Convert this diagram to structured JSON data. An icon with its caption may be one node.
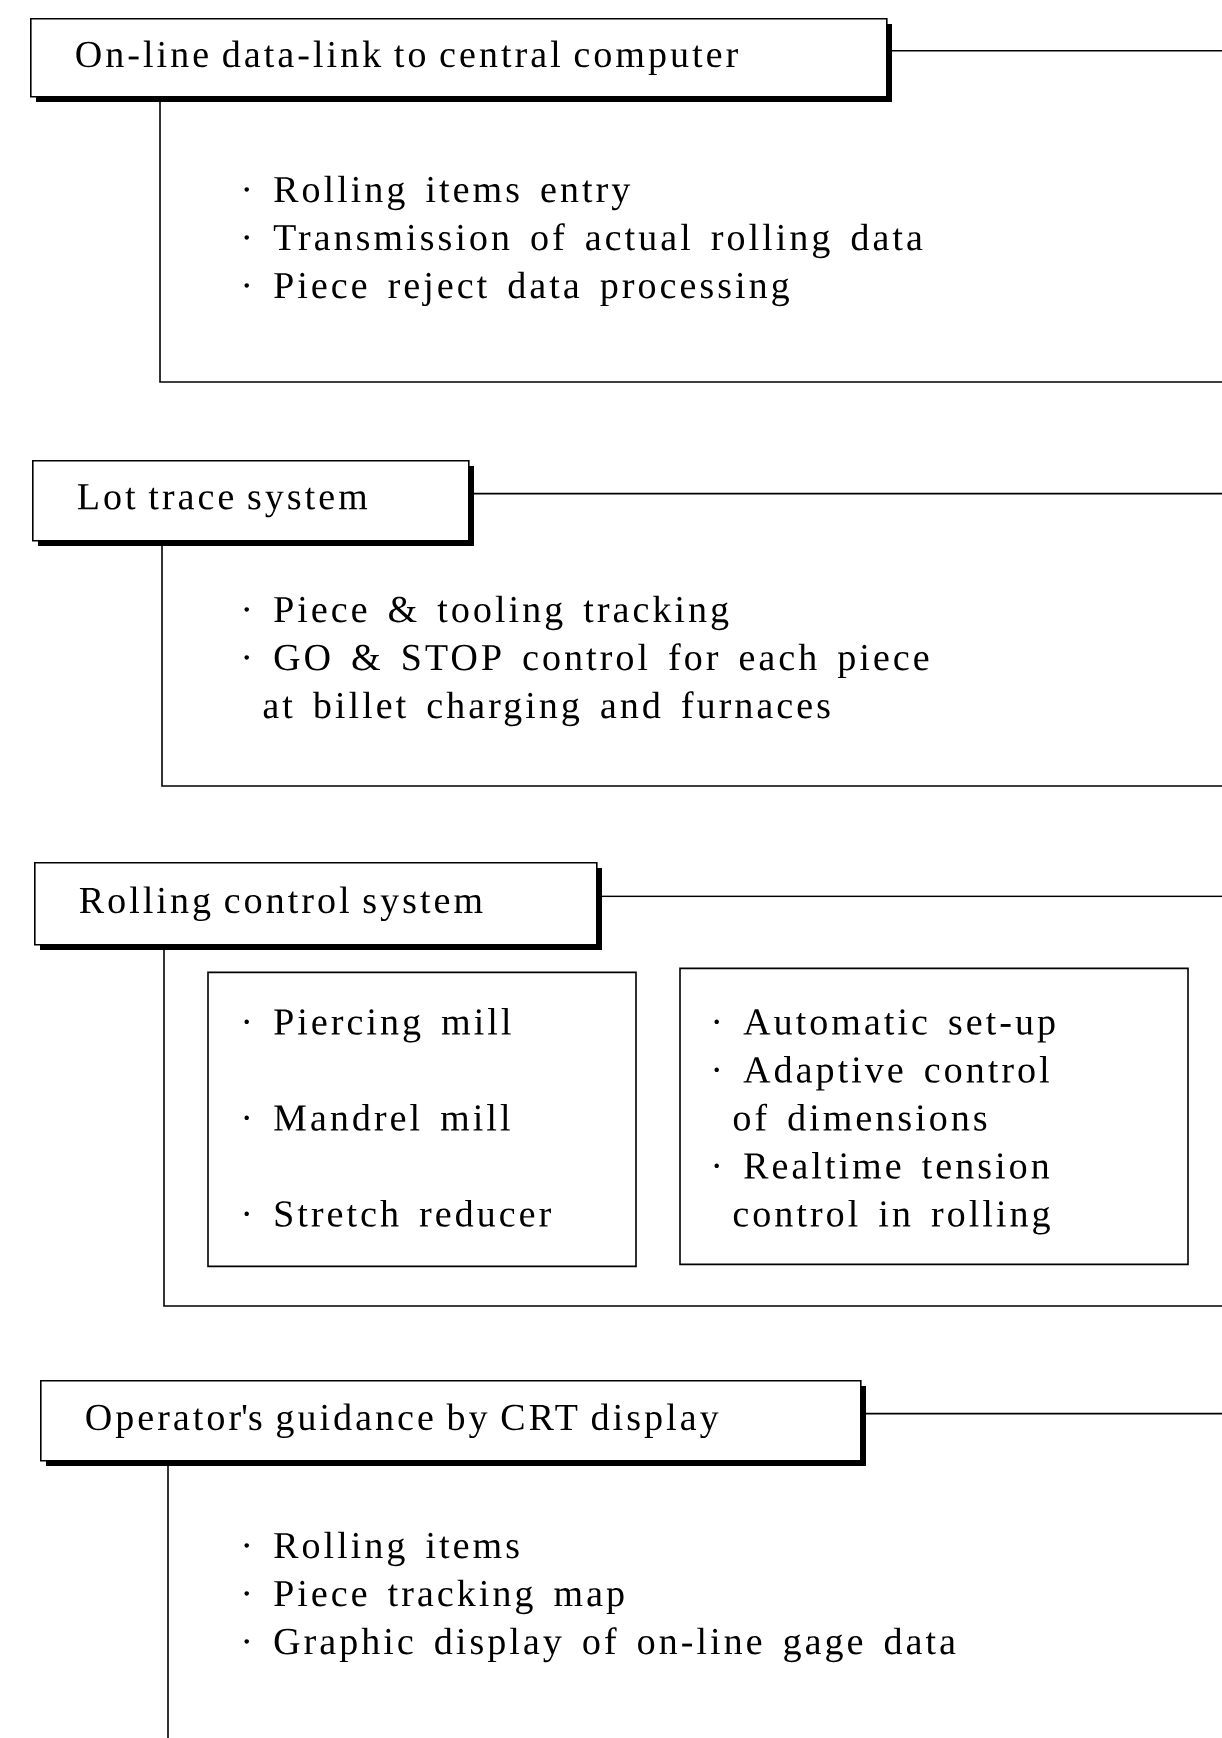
{
  "diagram": {
    "nodes": [
      {
        "text": [
          "On-line data-link to central computer"
        ]
      },
      {
        "text": [
          "· Rolling items entry",
          "· Transmission of actual rolling data",
          "· Piece reject data processing"
        ]
      },
      {
        "text": [
          "Lot trace system"
        ]
      },
      {
        "text": [
          "· Piece & tooling tracking",
          "· GO & STOP control for each piece at billet charging and furnaces"
        ]
      },
      {
        "text": [
          "Rolling control system"
        ]
      },
      {
        "text": [],
        "shape": "box"
      },
      {
        "text": [
          "· Piercing mill",
          "· Mandrel mill",
          "· Stretch reducer"
        ],
        "in": 5
      },
      {
        "text": [
          "· Automatic set-up",
          "· Adaptive control of dimensions",
          "· Realtime tension control in rolling"
        ],
        "in": 5
      },
      {
        "text": [
          "Operator's guidance by CRT display"
        ]
      },
      {
        "text": [
          "· Rolling items",
          "· Piece tracking map",
          "· Graphic display of on-line gage data"
        ]
      }
    ]
  }
}
